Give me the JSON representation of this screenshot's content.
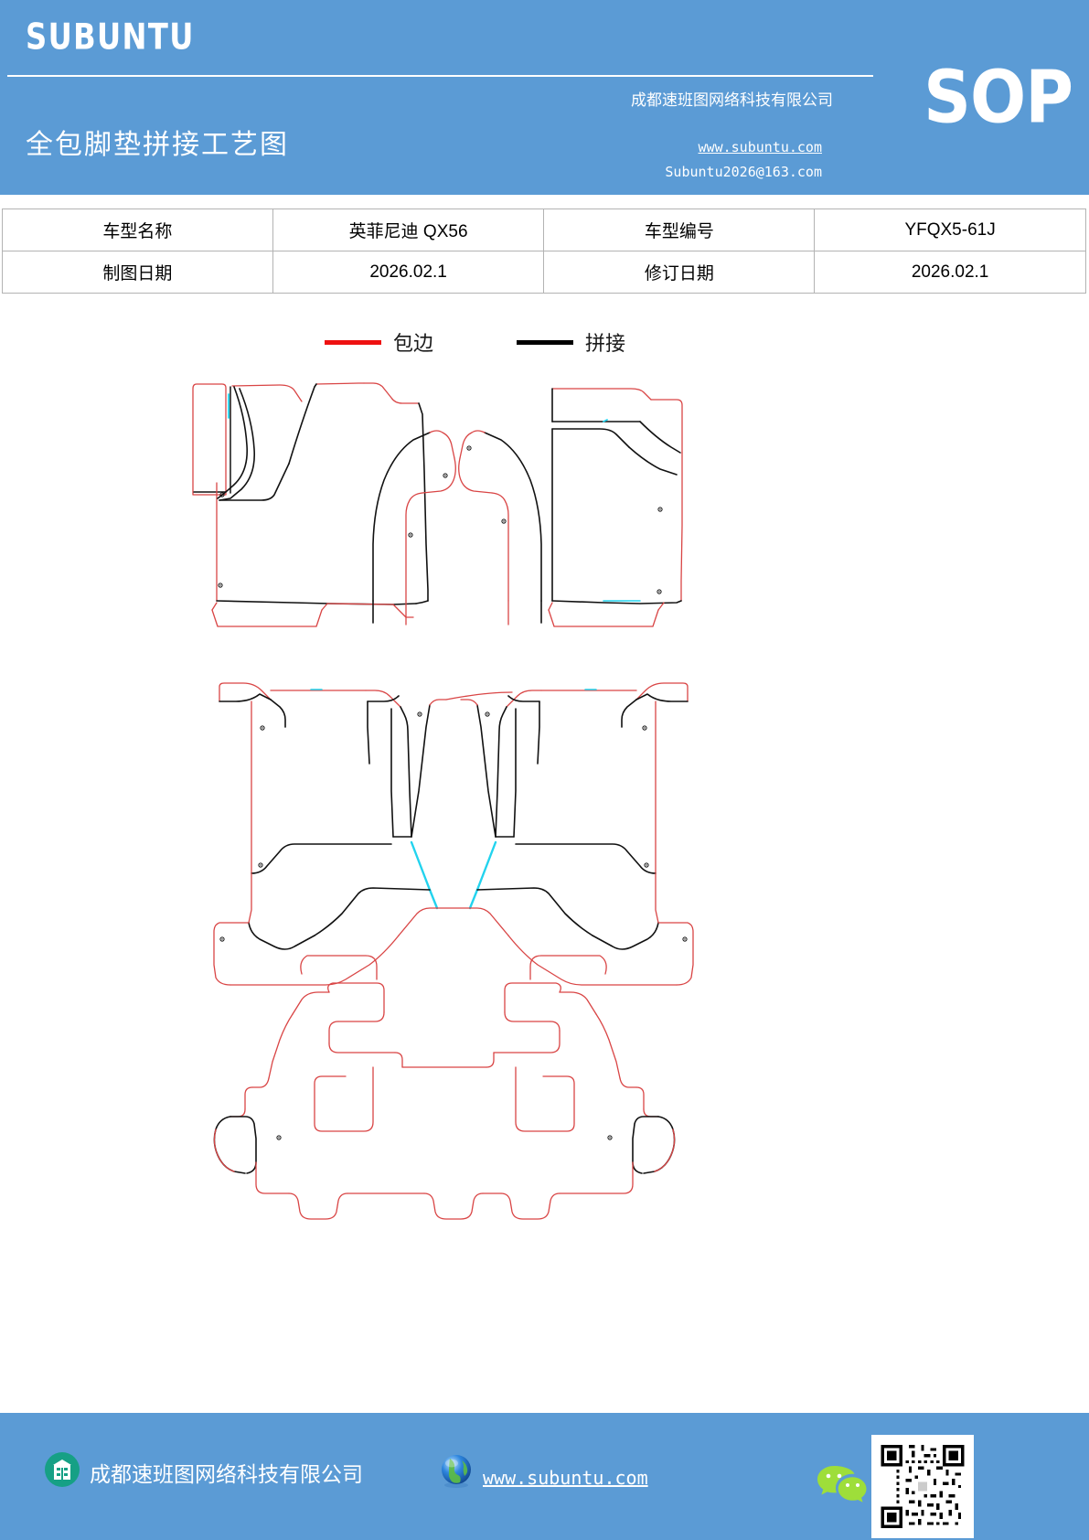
{
  "header": {
    "brand": "SUBUNTU",
    "doc_title": "全包脚垫拼接工艺图",
    "company": "成都速班图网络科技有限公司",
    "url": "www.subuntu.com",
    "email": "Subuntu2026@163.com",
    "sop_mark": "SOP",
    "background_color": "#5b9bd5"
  },
  "info_table": {
    "rows": [
      {
        "label1": "车型名称",
        "value1": "英菲尼迪 QX56",
        "label2": "车型编号",
        "value2": "YFQX5-61J"
      },
      {
        "label1": "制图日期",
        "value1": "2026.02.1",
        "label2": "修订日期",
        "value2": "2026.02.1"
      }
    ]
  },
  "legend": {
    "items": [
      {
        "label": "包边",
        "color": "#ee1111"
      },
      {
        "label": "拼接",
        "color": "#000000"
      }
    ]
  },
  "drawing": {
    "colors": {
      "binding": "#d94545",
      "seam": "#111111",
      "accent": "#22d3ee"
    },
    "groups": [
      {
        "name": "front-row-mats",
        "description": "前排左右脚垫展开图"
      },
      {
        "name": "second-row-mats",
        "description": "第二排脚垫展开图"
      },
      {
        "name": "third-row-mat",
        "description": "第三排脚垫展开图"
      }
    ]
  },
  "footer": {
    "company": "成都速班图网络科技有限公司",
    "url": "www.subuntu.com",
    "background_color": "#5b9bd5",
    "building_icon_color": "#16a085",
    "wechat_icon_color": "#9ede3a"
  }
}
